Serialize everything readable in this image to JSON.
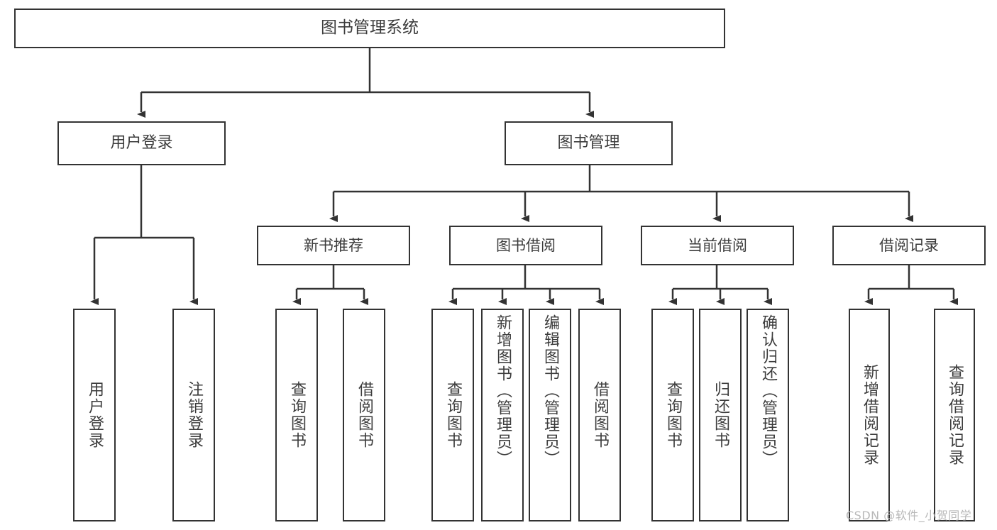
{
  "diagram": {
    "title": "图书管理系统",
    "root": {
      "label": "图书管理系统"
    },
    "level2": [
      {
        "label": "用户登录"
      },
      {
        "label": "图书管理"
      }
    ],
    "level3": [
      {
        "label": "新书推荐"
      },
      {
        "label": "图书借阅"
      },
      {
        "label": "当前借阅"
      },
      {
        "label": "借阅记录"
      }
    ],
    "leaves": [
      {
        "label": "用户登录",
        "parent": "用户登录"
      },
      {
        "label": "注销登录",
        "parent": "用户登录"
      },
      {
        "label": "查询图书",
        "parent": "新书推荐"
      },
      {
        "label": "借阅图书",
        "parent": "新书推荐"
      },
      {
        "label": "查询图书",
        "parent": "图书借阅"
      },
      {
        "label": "新增图书（管理员）",
        "parent": "图书借阅"
      },
      {
        "label": "编辑图书（管理员）",
        "parent": "图书借阅"
      },
      {
        "label": "借阅图书",
        "parent": "图书借阅"
      },
      {
        "label": "查询图书",
        "parent": "当前借阅"
      },
      {
        "label": "归还图书",
        "parent": "当前借阅"
      },
      {
        "label": "确认归还（管理员）",
        "parent": "当前借阅"
      },
      {
        "label": "新增借阅记录",
        "parent": "借阅记录"
      },
      {
        "label": "查询借阅记录",
        "parent": "借阅记录"
      }
    ]
  },
  "watermark": "CSDN @软件_小贺同学",
  "colors": {
    "border": "#333333",
    "text": "#3c3c3c",
    "background": "#ffffff",
    "watermark": "#b8b8b8"
  }
}
